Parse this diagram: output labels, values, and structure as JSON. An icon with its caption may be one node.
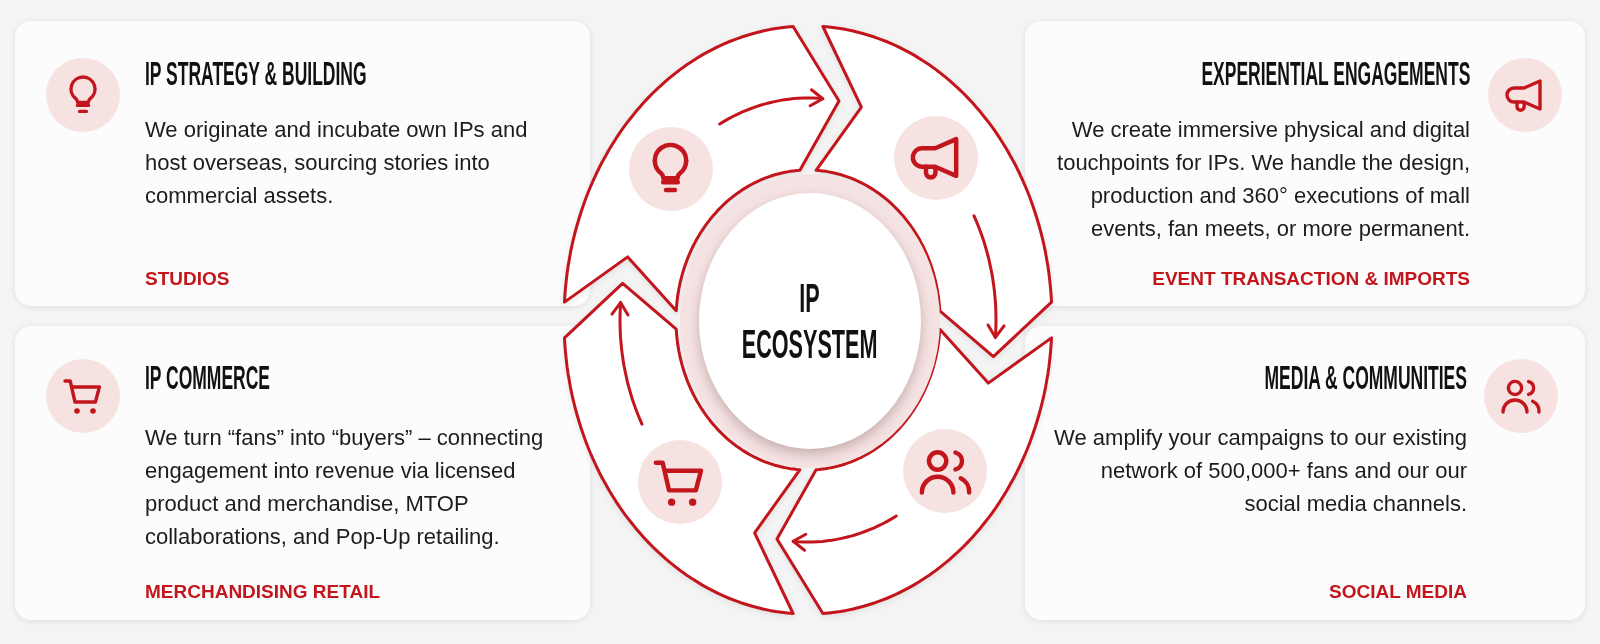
{
  "diagram": {
    "nodes": [
      {
        "text": [
          "IP STRATEGY & BUILDING",
          "We originate and incubate own IPs and host overseas, sourcing stories into commercial assets.",
          "STUDIOS"
        ]
      },
      {
        "text": [
          "EXPERIENTIAL ENGAGEMENTS",
          "We create immersive physical and digital touchpoints for IPs. We handle the design, production and 360° executions of mall events, fan meets, or more permanent.",
          "EVENT TRANSACTION & IMPORTS"
        ]
      },
      {
        "text": [
          "IP COMMERCE",
          "We turn “fans” into “buyers” – connecting engagement into revenue via licensed product and merchandise, MTOP collaborations, and Pop-Up retailing.",
          "MERCHANDISING RETAIL"
        ]
      },
      {
        "text": [
          "MEDIA & COMMUNITIES",
          "We amplify your campaigns to our existing network of 500,000+ fans and our our social media channels.",
          "SOCIAL MEDIA"
        ]
      },
      {
        "text": [
          "IP ECOSYSTEM"
        ]
      },
      {
        "text": [],
        "shape": "arrow"
      },
      {
        "text": [],
        "shape": "arrow"
      },
      {
        "text": [],
        "shape": "arrow"
      },
      {
        "text": [],
        "shape": "arrow"
      }
    ],
    "edges": [
      {
        "from": 5,
        "to": 6,
        "arrow": "to"
      },
      {
        "from": 6,
        "to": 8,
        "arrow": "to"
      },
      {
        "from": 8,
        "to": 7,
        "arrow": "to"
      },
      {
        "from": 7,
        "to": 5,
        "arrow": "to"
      }
    ]
  }
}
